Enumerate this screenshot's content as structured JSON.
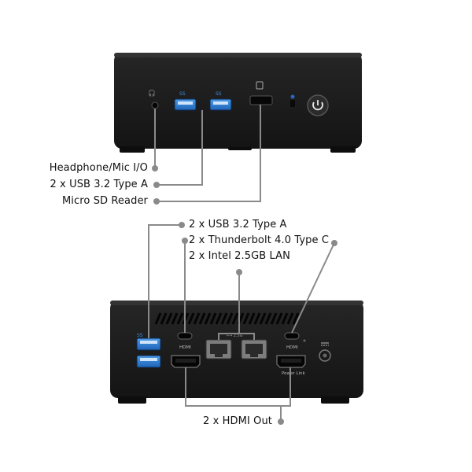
{
  "front_callouts": [
    {
      "id": "headphone",
      "text": "Headphone/Mic I/O"
    },
    {
      "id": "usb-a-front",
      "text": "2 x USB 3.2 Type A"
    },
    {
      "id": "sd-reader",
      "text": "Micro SD Reader"
    }
  ],
  "rear_callouts": [
    {
      "id": "usb-a-rear",
      "text": "2 x USB 3.2 Type A"
    },
    {
      "id": "thunderbolt",
      "text": "2 x Thunderbolt 4.0 Type C"
    },
    {
      "id": "lan",
      "text": "2 x Intel 2.5GB LAN"
    },
    {
      "id": "hdmi",
      "text": "2 x HDMI Out"
    }
  ],
  "device_markings": {
    "usb_logo": "SS",
    "hdmi_left": "HDMI",
    "hdmi_right": "HDMI",
    "power_link": "Power Link"
  },
  "colors": {
    "device_body": "#1b1b1b",
    "device_top": "#2a2a2a",
    "usb_blue": "#2f7fd6",
    "callout_gray": "#8a8a8a",
    "background": "#ffffff"
  }
}
